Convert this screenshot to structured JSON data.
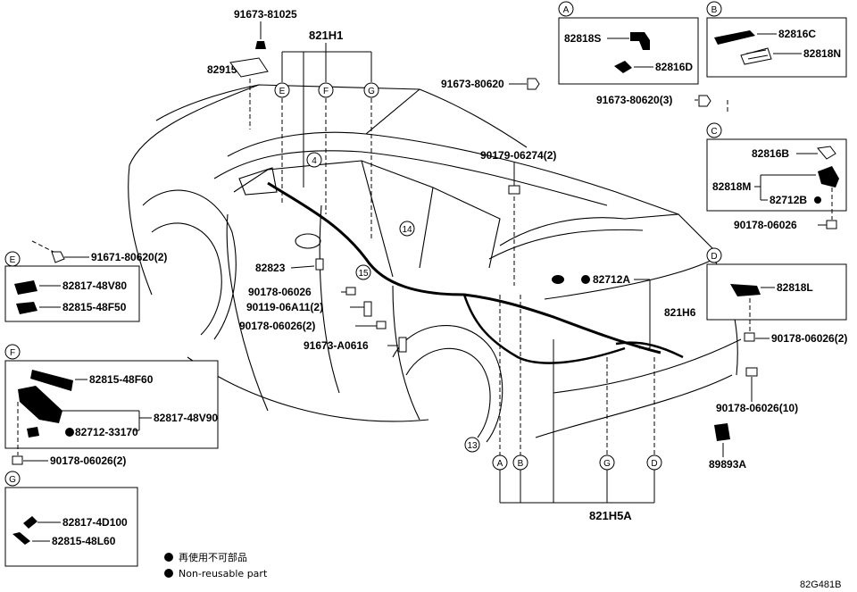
{
  "labels": {
    "p91673_81025": "91673-81025",
    "p82915": "82915",
    "p821H1": "821H1",
    "p91673_80620": "91673-80620",
    "p91673_80620_3": "91673-80620(3)",
    "p90179_06274": "90179-06274(2)",
    "p82823": "82823",
    "p90178_06026": "90178-06026",
    "p90119_06A11": "90119-06A11(2)",
    "p90178_06026_2": "90178-06026(2)",
    "p91673_A0616": "91673-A0616",
    "p82712A": "82712A",
    "p821H6": "821H6",
    "p89893A": "89893A",
    "p821H5A": "821H5A",
    "p90178_06026_10": "90178-06026(10)",
    "p90178_06026_2_D": "90178-06026(2)"
  },
  "callouts": {
    "n4": "4",
    "n14": "14",
    "n15": "15",
    "n13": "13",
    "cE": "E",
    "cF": "F",
    "cG": "G",
    "cA": "A",
    "cB": "B",
    "cC": "C",
    "cD": "D"
  },
  "box_A": {
    "tag": "A",
    "p1": "82818S",
    "p2": "82816D"
  },
  "box_B": {
    "tag": "B",
    "p1": "82816C",
    "p2": "82818N"
  },
  "box_C": {
    "tag": "C",
    "p1": "82816B",
    "p2": "82818M",
    "p3": "82712B",
    "bolt": "90178-06026"
  },
  "box_D": {
    "tag": "D",
    "p1": "82818L"
  },
  "box_E": {
    "tag": "E",
    "bolt": "91671-80620(2)",
    "p1": "82817-48V80",
    "p2": "82815-48F50"
  },
  "box_F": {
    "tag": "F",
    "p1": "82815-48F60",
    "p2": "82817-48V90",
    "p3": "82712-33170",
    "bolt": "90178-06026(2)"
  },
  "box_G": {
    "tag": "G",
    "p1": "82817-4D100",
    "p2": "82815-48L60"
  },
  "legend": {
    "jp": "再使用不可部品",
    "en": "Non-reusable part"
  },
  "code": "82G481B"
}
